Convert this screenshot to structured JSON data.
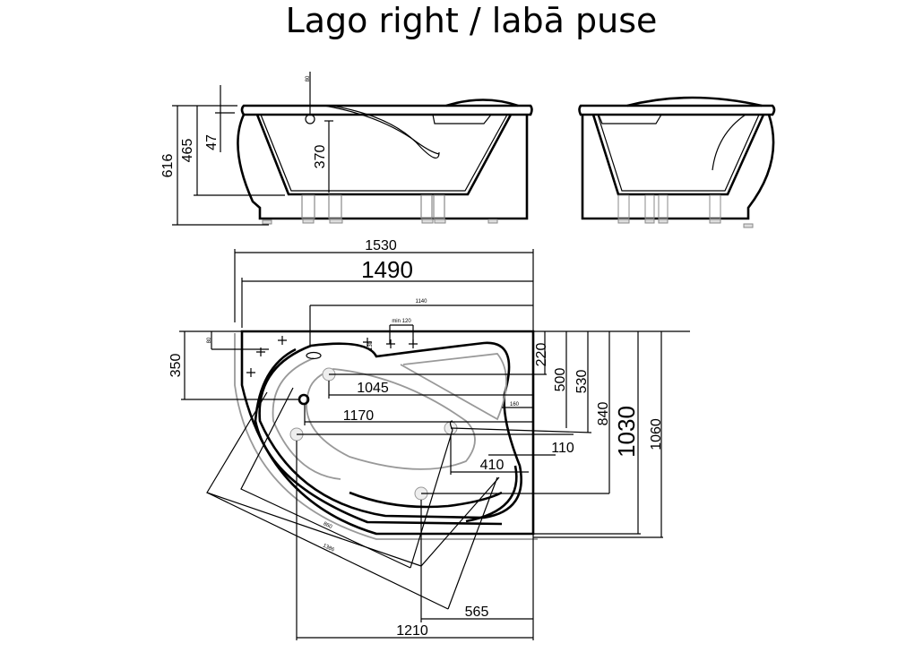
{
  "title": "Lago right / labā puse",
  "side_view": {
    "dims": {
      "overall_height": "616",
      "rim_height": "465",
      "rim_thickness": "47",
      "overflow_height": "370",
      "overflow_dia": "80"
    }
  },
  "plan_view": {
    "dims": {
      "outer_length": "1530",
      "length": "1490",
      "tap_offset": "1140",
      "tap_spacing": "min 120",
      "drain_offset_y": "350",
      "hole_80": "80",
      "hole_130": "130",
      "d1045": "1045",
      "d1170": "1170",
      "d160": "160",
      "d110": "110",
      "d410": "410",
      "d220": "220",
      "d500": "500",
      "d530": "530",
      "d840": "840",
      "width": "1030",
      "outer_width": "1060",
      "diag_860": "860",
      "diag_1386": "1386",
      "d565": "565",
      "d1210": "1210"
    }
  }
}
